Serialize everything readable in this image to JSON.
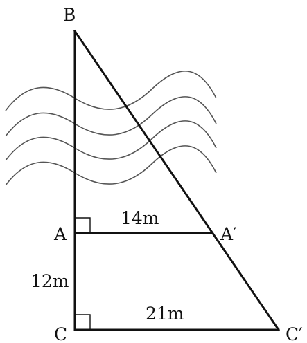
{
  "points": {
    "B": "B",
    "A": "A",
    "A_prime": "A′",
    "C": "C",
    "C_prime": "C′"
  },
  "measurements": {
    "AA_prime": "14m",
    "AC": "12m",
    "CC_prime": "21m"
  }
}
